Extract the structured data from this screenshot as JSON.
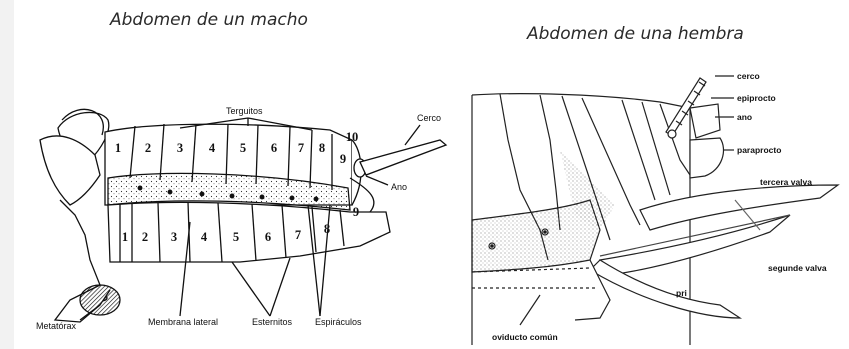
{
  "male_panel": {
    "title": "Abdomen de un macho",
    "labels": {
      "terguitos": "Terguitos",
      "cerco": "Cerco",
      "ano": "Ano",
      "metatorax": "Metatórax",
      "membrana_lateral": "Membrana lateral",
      "esternitos": "Esternitos",
      "espiraculos": "Espiráculos"
    },
    "tergite_numbers": [
      "1",
      "2",
      "3",
      "4",
      "5",
      "6",
      "7",
      "8",
      "9",
      "10"
    ],
    "sternite_numbers": [
      "1",
      "2",
      "3",
      "4",
      "5",
      "6",
      "7",
      "8",
      "9"
    ]
  },
  "female_panel": {
    "title": "Abdomen de una hembra",
    "labels": {
      "cerco": "cerco",
      "epiprocto": "epiprocto",
      "ano": "ano",
      "paraprocto": "paraprocto",
      "tercera_valva": "tercera valva",
      "segunda_valva": "segunde valva",
      "primera_valva": "pri",
      "oviducto_comun": "oviducto común"
    }
  }
}
